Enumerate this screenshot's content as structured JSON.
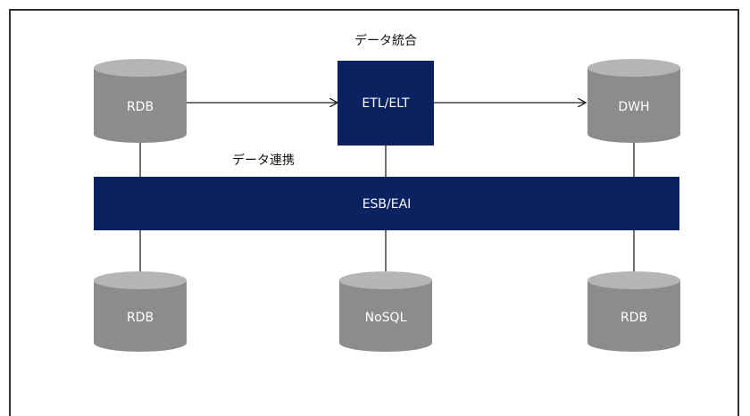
{
  "diagram": {
    "title_integration": "データ統合",
    "title_linkage": "データ連携",
    "etl_label": "ETL/ELT",
    "esb_label": "ESB/EAI",
    "db_top_left": "RDB",
    "db_top_right": "DWH",
    "db_bottom_left": "RDB",
    "db_bottom_center": "NoSQL",
    "db_bottom_right": "RDB"
  },
  "colors": {
    "navy": "#0b2260",
    "cylinder_body": "#8c8c8c",
    "cylinder_top": "#b5b5b5",
    "line": "#222222",
    "text_white": "#ffffff",
    "text_dark": "#111111"
  }
}
